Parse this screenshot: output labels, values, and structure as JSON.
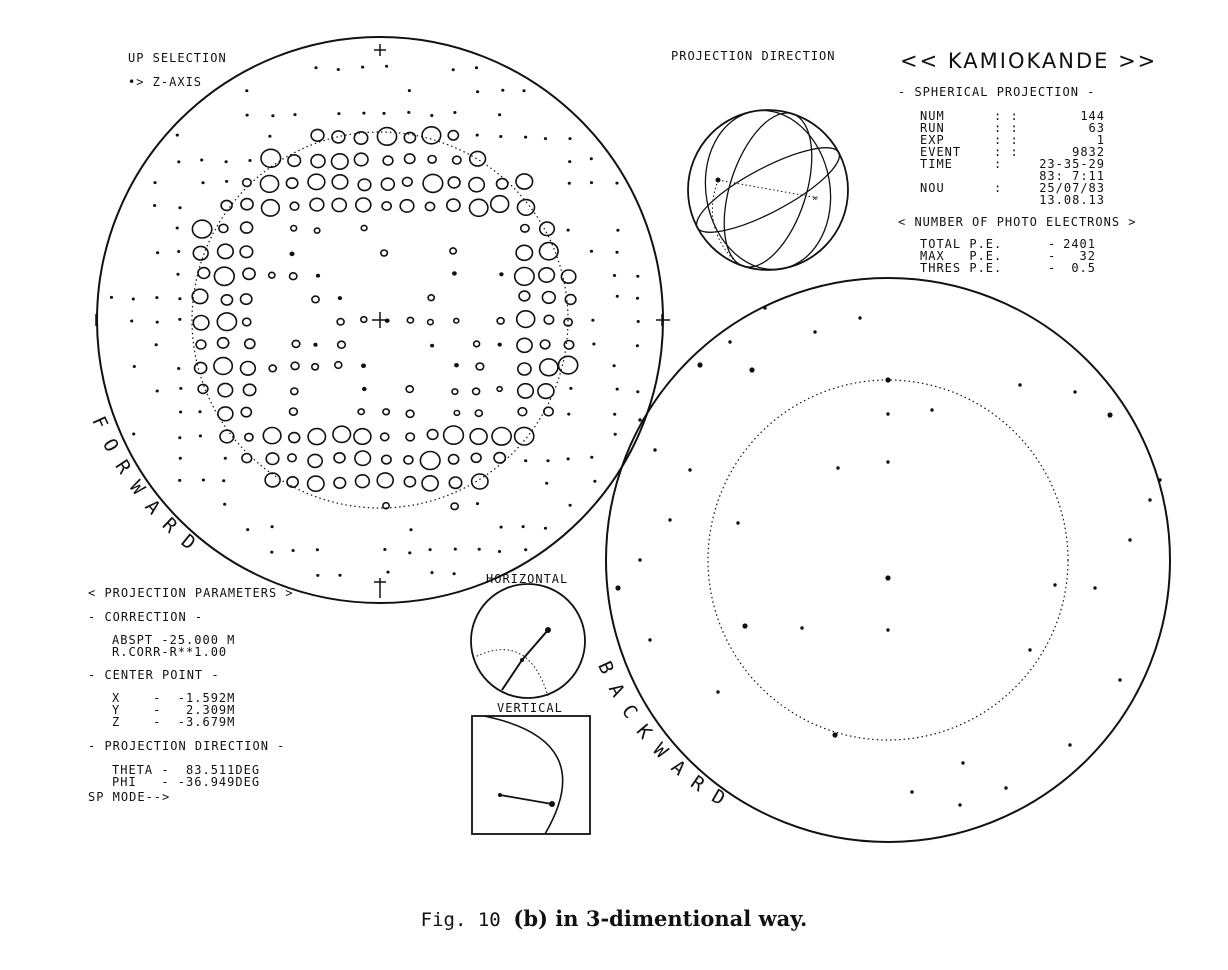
{
  "header": {
    "up_selection": "UP SELECTION",
    "z_axis": "•> Z-AXIS",
    "projection_direction_title": "PROJECTION DIRECTION"
  },
  "info": {
    "title": "<< KAMIOKANDE >>",
    "subtitle": "- SPHERICAL PROJECTION -",
    "rows": [
      {
        "label": "NUM",
        "sep": ": :",
        "value": "144"
      },
      {
        "label": "RUN",
        "sep": ": :",
        "value": "63"
      },
      {
        "label": "EXP",
        "sep": ": :",
        "value": "1"
      },
      {
        "label": "EVENT",
        "sep": ": :",
        "value": "9832"
      },
      {
        "label": "TIME",
        "sep": ":",
        "value": "23-35-29"
      },
      {
        "label": "",
        "sep": "",
        "value": "83: 7:11"
      },
      {
        "label": "NOU",
        "sep": ":",
        "value": "25/07/83"
      },
      {
        "label": "",
        "sep": "",
        "value": "13.08.13"
      }
    ],
    "pe_header": "< NUMBER OF PHOTO ELECTRONS >",
    "pe_rows": [
      {
        "label": "TOTAL P.E.",
        "sep": "-",
        "value": "2401"
      },
      {
        "label": "MAX   P.E.",
        "sep": "-",
        "value": "32"
      },
      {
        "label": "THRES P.E.",
        "sep": "-",
        "value": "0.5"
      }
    ]
  },
  "params": {
    "header": "< PROJECTION PARAMETERS >",
    "correction": "- CORRECTION -",
    "abspt": "ABSPT -25.000 M",
    "rcorr": "R.CORR-R**1.00",
    "center_point": "- CENTER POINT -",
    "x": "X    -  -1.592M",
    "y": "Y    -   2.309M",
    "z": "Z    -  -3.679M",
    "proj_dir": "- PROJECTION DIRECTION -",
    "theta": "THETA -  83.511DEG",
    "phi": "PHI   - -36.949DEG",
    "sp_mode": "SP MODE-->"
  },
  "labels": {
    "forward": "FORWARD",
    "backward": "BACKWARD",
    "horizontal": "HORIZONTAL",
    "vertical": "VERTICAL"
  },
  "caption": {
    "fig": "Fig. 10",
    "text": "(b) in 3-dimentional way."
  }
}
